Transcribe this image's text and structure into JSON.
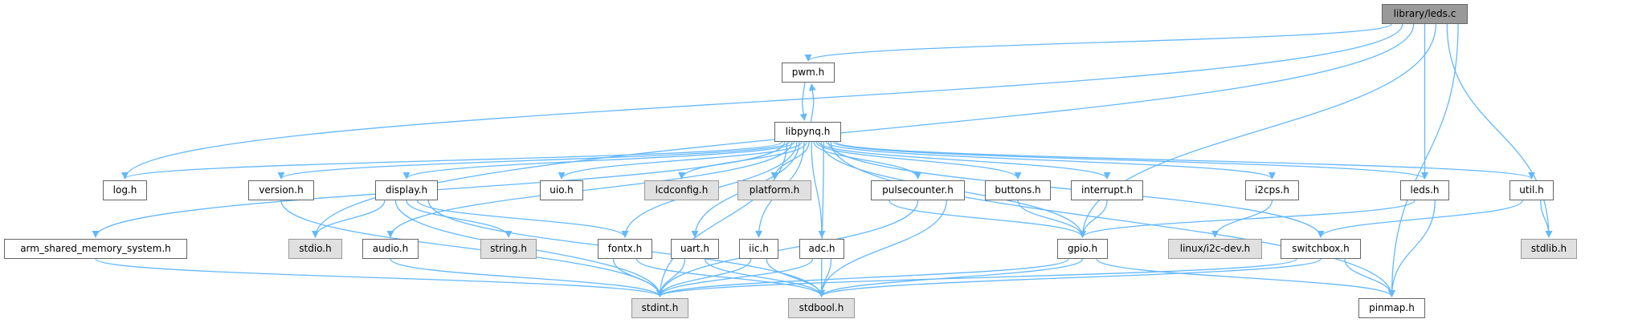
{
  "edge_color": "#63b8ff",
  "nodes": [
    {
      "id": "leds_c",
      "label": "library/leds.c",
      "style": "root"
    },
    {
      "id": "pwm",
      "label": "pwm.h",
      "style": "normal"
    },
    {
      "id": "libpynq",
      "label": "libpynq.h",
      "style": "normal"
    },
    {
      "id": "log",
      "label": "log.h",
      "style": "normal"
    },
    {
      "id": "version",
      "label": "version.h",
      "style": "normal"
    },
    {
      "id": "display",
      "label": "display.h",
      "style": "normal"
    },
    {
      "id": "uio",
      "label": "uio.h",
      "style": "normal"
    },
    {
      "id": "lcdconfig",
      "label": "lcdconfig.h",
      "style": "external"
    },
    {
      "id": "platform",
      "label": "platform.h",
      "style": "external"
    },
    {
      "id": "pulsecounter",
      "label": "pulsecounter.h",
      "style": "normal"
    },
    {
      "id": "buttons",
      "label": "buttons.h",
      "style": "normal"
    },
    {
      "id": "interrupt",
      "label": "interrupt.h",
      "style": "normal"
    },
    {
      "id": "i2cps",
      "label": "i2cps.h",
      "style": "normal"
    },
    {
      "id": "leds_h",
      "label": "leds.h",
      "style": "normal"
    },
    {
      "id": "util",
      "label": "util.h",
      "style": "normal"
    },
    {
      "id": "arm",
      "label": "arm_shared_memory_system.h",
      "style": "normal"
    },
    {
      "id": "stdio",
      "label": "stdio.h",
      "style": "external"
    },
    {
      "id": "audio",
      "label": "audio.h",
      "style": "normal"
    },
    {
      "id": "string",
      "label": "string.h",
      "style": "external"
    },
    {
      "id": "fontx",
      "label": "fontx.h",
      "style": "normal"
    },
    {
      "id": "uart",
      "label": "uart.h",
      "style": "normal"
    },
    {
      "id": "iic",
      "label": "iic.h",
      "style": "normal"
    },
    {
      "id": "adc",
      "label": "adc.h",
      "style": "normal"
    },
    {
      "id": "gpio",
      "label": "gpio.h",
      "style": "normal"
    },
    {
      "id": "i2cdev",
      "label": "linux/i2c-dev.h",
      "style": "external"
    },
    {
      "id": "switchbox",
      "label": "switchbox.h",
      "style": "normal"
    },
    {
      "id": "stdlib",
      "label": "stdlib.h",
      "style": "external"
    },
    {
      "id": "stdint",
      "label": "stdint.h",
      "style": "external"
    },
    {
      "id": "stdbool",
      "label": "stdbool.h",
      "style": "external"
    },
    {
      "id": "pinmap",
      "label": "pinmap.h",
      "style": "normal"
    }
  ],
  "edges": [
    [
      "leds_c",
      "pwm"
    ],
    [
      "leds_c",
      "log"
    ],
    [
      "leds_c",
      "stdio"
    ],
    [
      "leds_c",
      "leds_h"
    ],
    [
      "leds_c",
      "gpio"
    ],
    [
      "leds_c",
      "stdlib"
    ],
    [
      "leds_c",
      "pinmap"
    ],
    [
      "pwm",
      "libpynq"
    ],
    [
      "libpynq",
      "pwm"
    ],
    [
      "libpynq",
      "log"
    ],
    [
      "libpynq",
      "arm"
    ],
    [
      "libpynq",
      "stdint"
    ],
    [
      "libpynq",
      "version"
    ],
    [
      "libpynq",
      "audio"
    ],
    [
      "libpynq",
      "display"
    ],
    [
      "libpynq",
      "fontx"
    ],
    [
      "libpynq",
      "uart"
    ],
    [
      "libpynq",
      "uio"
    ],
    [
      "libpynq",
      "iic"
    ],
    [
      "libpynq",
      "lcdconfig"
    ],
    [
      "libpynq",
      "platform"
    ],
    [
      "libpynq",
      "adc"
    ],
    [
      "libpynq",
      "pulsecounter"
    ],
    [
      "libpynq",
      "buttons"
    ],
    [
      "libpynq",
      "interrupt"
    ],
    [
      "libpynq",
      "gpio"
    ],
    [
      "libpynq",
      "stdbool"
    ],
    [
      "libpynq",
      "i2cps"
    ],
    [
      "libpynq",
      "switchbox"
    ],
    [
      "libpynq",
      "pinmap"
    ],
    [
      "libpynq",
      "leds_h"
    ],
    [
      "libpynq",
      "util"
    ],
    [
      "version",
      "stdint"
    ],
    [
      "display",
      "stdio"
    ],
    [
      "display",
      "stdint"
    ],
    [
      "display",
      "string"
    ],
    [
      "display",
      "fontx"
    ],
    [
      "display",
      "stdbool"
    ],
    [
      "arm",
      "stdint"
    ],
    [
      "audio",
      "stdint"
    ],
    [
      "fontx",
      "stdint"
    ],
    [
      "fontx",
      "stdbool"
    ],
    [
      "uart",
      "stdint"
    ],
    [
      "uart",
      "stdbool"
    ],
    [
      "iic",
      "stdint"
    ],
    [
      "iic",
      "stdbool"
    ],
    [
      "adc",
      "stdint"
    ],
    [
      "adc",
      "stdbool"
    ],
    [
      "pulsecounter",
      "gpio"
    ],
    [
      "pulsecounter",
      "stdint"
    ],
    [
      "pulsecounter",
      "stdbool"
    ],
    [
      "buttons",
      "gpio"
    ],
    [
      "interrupt",
      "gpio"
    ],
    [
      "i2cps",
      "i2cdev"
    ],
    [
      "leds_h",
      "gpio"
    ],
    [
      "leds_h",
      "pinmap"
    ],
    [
      "util",
      "switchbox"
    ],
    [
      "util",
      "stdlib"
    ],
    [
      "gpio",
      "stdint"
    ],
    [
      "gpio",
      "stdbool"
    ],
    [
      "gpio",
      "pinmap"
    ],
    [
      "switchbox",
      "stdint"
    ],
    [
      "switchbox",
      "stdbool"
    ],
    [
      "switchbox",
      "pinmap"
    ]
  ]
}
